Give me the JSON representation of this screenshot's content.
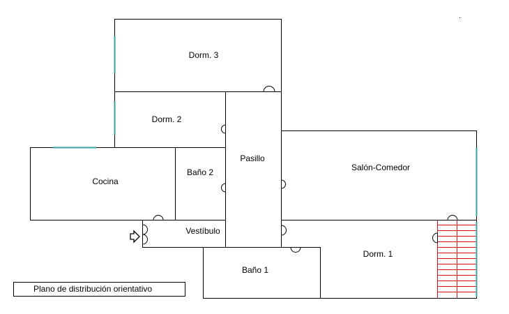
{
  "title": "Plano de distribución orientativo",
  "rooms": {
    "dorm3": "Dorm. 3",
    "dorm2": "Dorm. 2",
    "pasillo": "Pasillo",
    "cocina": "Cocina",
    "bano2": "Baño 2",
    "salon": "Salón-Comedor",
    "vestibulo": "Vestíbulo",
    "dorm1": "Dorm. 1",
    "bano1": "Baño 1"
  },
  "colors": {
    "walls": "#000000",
    "windows": "#3aa3a6",
    "stairs": "#e01010"
  },
  "icons": [
    "entrance-arrow-icon"
  ]
}
